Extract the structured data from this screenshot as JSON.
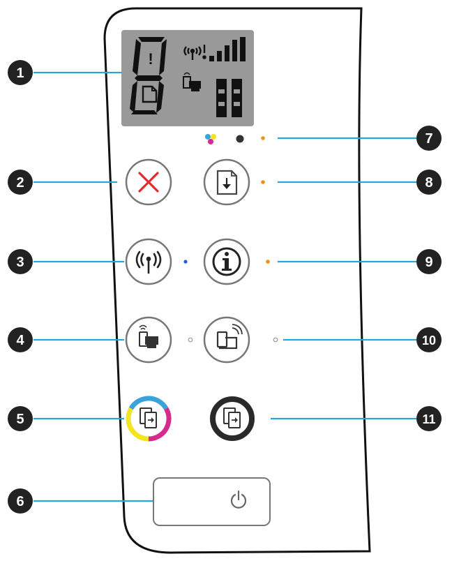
{
  "callouts": [
    {
      "number": "1"
    },
    {
      "number": "2"
    },
    {
      "number": "3"
    },
    {
      "number": "4"
    },
    {
      "number": "5"
    },
    {
      "number": "6"
    },
    {
      "number": "7"
    },
    {
      "number": "8"
    },
    {
      "number": "9"
    },
    {
      "number": "10"
    },
    {
      "number": "11"
    }
  ],
  "display": {
    "digit": "8",
    "alert_mark": "!"
  },
  "colors": {
    "callout_fill": "#222222",
    "callout_text": "#ffffff",
    "leader_line": "#2aa6d6",
    "panel_outline": "#111111",
    "lcd_bg": "#999999",
    "lcd_ink": "#111111",
    "cancel_x": "#e32b2b",
    "orange_dot": "#f0901c",
    "blue_dot": "#2b59d6",
    "ring_cyan": "#3ba3dc",
    "ring_magenta": "#d62a8c",
    "ring_yellow": "#f2e51e",
    "ring_black": "#2a2a2a"
  },
  "icons": {
    "cancel": "cancel-x-icon",
    "resume": "resume-document-icon",
    "wireless": "wireless-antenna-icon",
    "information": "information-icon",
    "wifi_direct": "wifi-direct-icon",
    "hp_eprint": "hp-eprint-icon",
    "color_copy": "color-copy-icon",
    "black_copy": "black-copy-icon",
    "power": "power-icon"
  }
}
